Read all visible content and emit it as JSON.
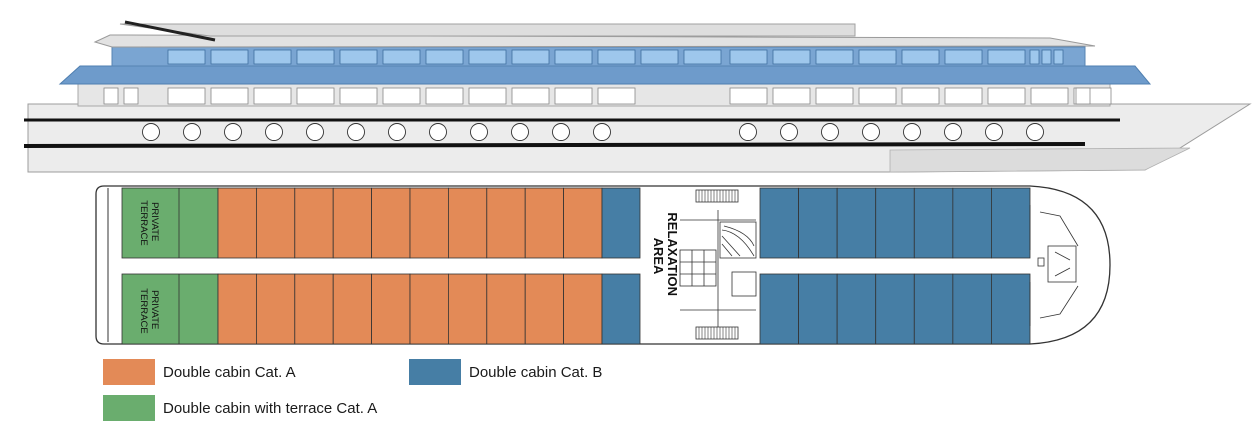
{
  "labels": {
    "terrace_top": [
      "PRIVATE",
      "TERRACE"
    ],
    "terrace_bottom": [
      "PRIVATE",
      "TERRACE"
    ],
    "relaxation": [
      "RELAXATION",
      "AREA"
    ]
  },
  "legend": [
    {
      "label": "Double cabin Cat. A",
      "color": "#e38a57"
    },
    {
      "label": "Double cabin Cat. B",
      "color": "#467ea5"
    },
    {
      "label": "Double cabin with terrace Cat. A",
      "color": "#6aad6e"
    }
  ],
  "colors": {
    "cabin_a": "#e38a57",
    "cabin_b": "#467ea5",
    "terrace": "#6aad6e",
    "hull": "#ebebeb",
    "upper_deck": "#6b9ac9",
    "window": "#9ec7ec"
  }
}
